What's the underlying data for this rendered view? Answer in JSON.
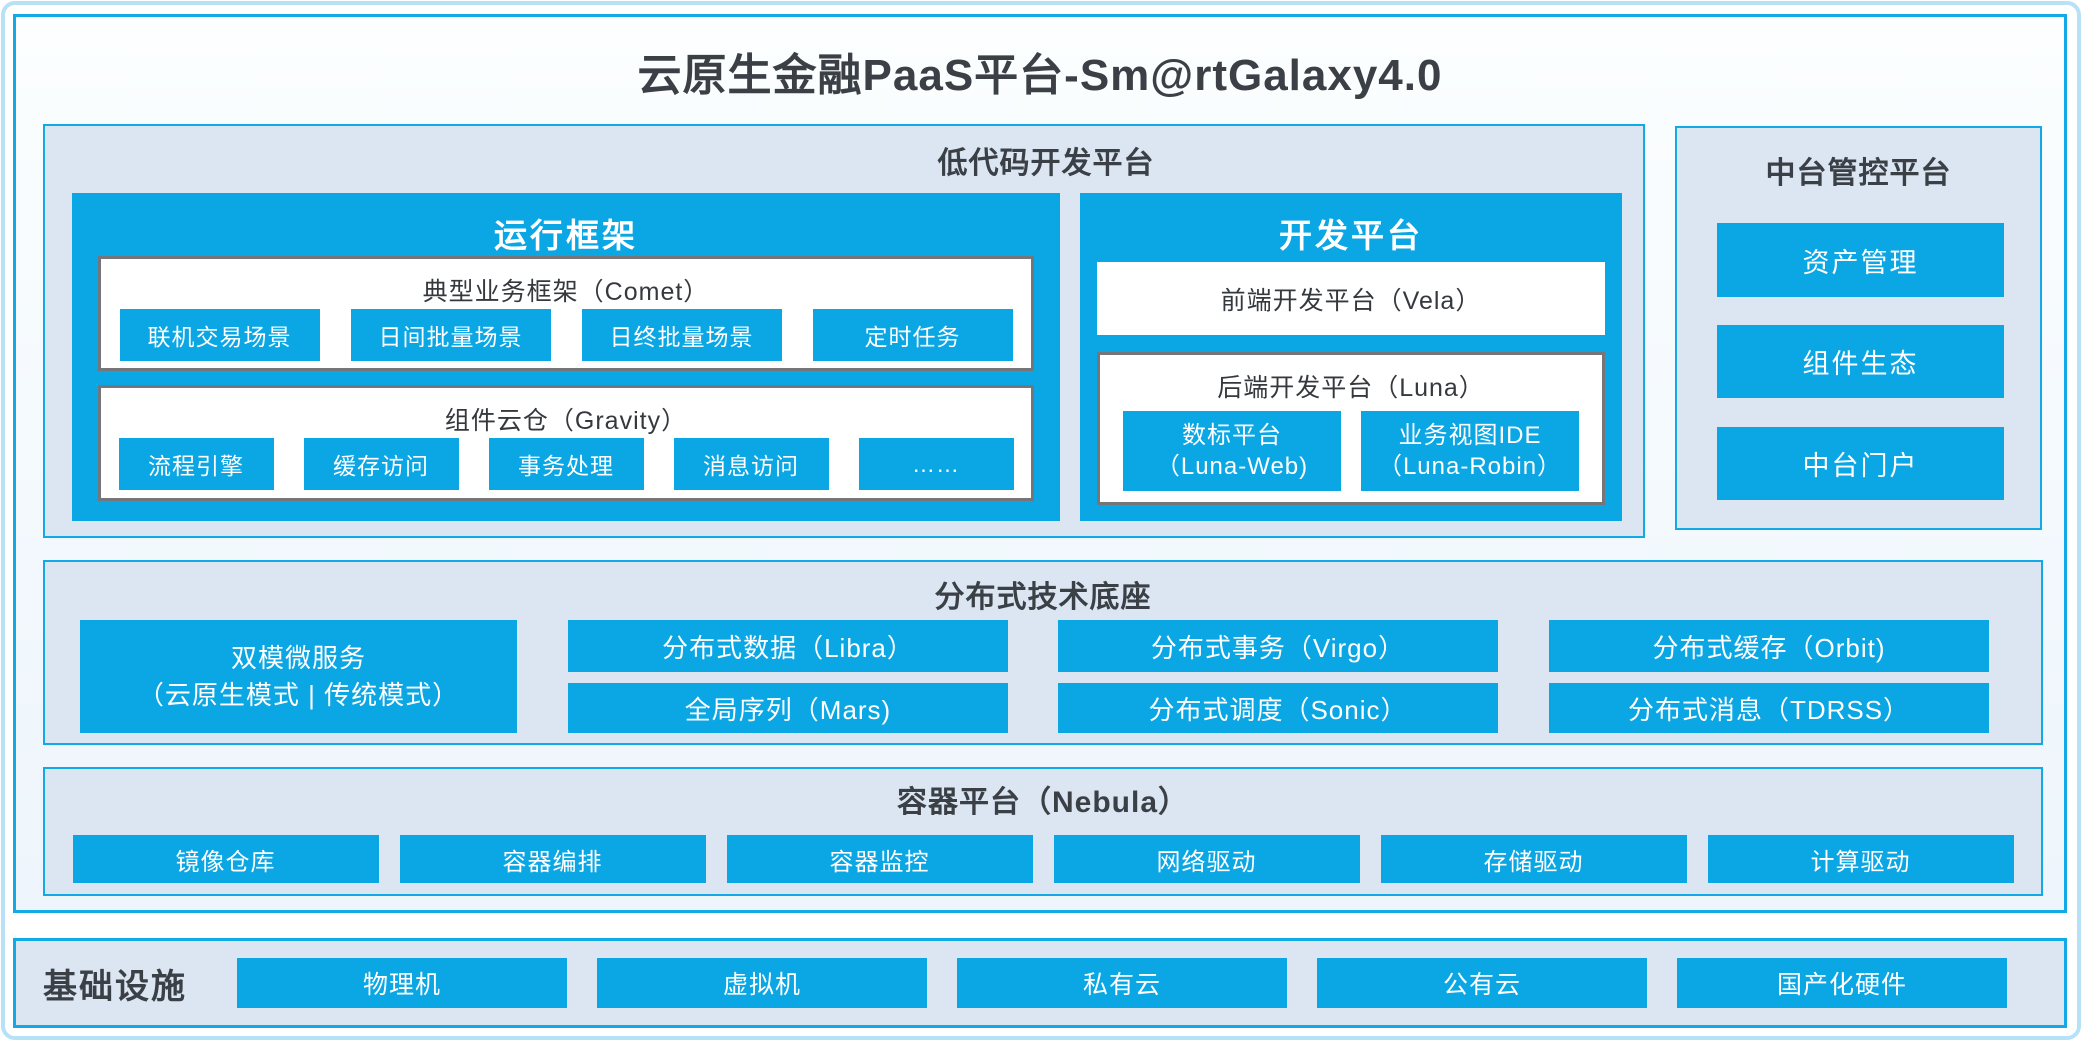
{
  "page": {
    "title": "云原生金融PaaS平台-Sm@rtGalaxy4.0"
  },
  "colors": {
    "accent_blue": "#0ba6e4",
    "border_blue": "#12a9e7",
    "panel_fill": "#dce6f3",
    "white_box_border": "#747679",
    "heading_text": "#3a4046"
  },
  "lowcode": {
    "title": "低代码开发平台",
    "runtime": {
      "title": "运行框架",
      "comet": {
        "title": "典型业务框架（Comet）",
        "chips": [
          "联机交易场景",
          "日间批量场景",
          "日终批量场景",
          "定时任务"
        ]
      },
      "gravity": {
        "title": "组件云仓（Gravity）",
        "chips": [
          "流程引擎",
          "缓存访问",
          "事务处理",
          "消息访问",
          "……"
        ]
      }
    },
    "dev": {
      "title": "开发平台",
      "vela": {
        "title": "前端开发平台（Vela）"
      },
      "luna": {
        "title": "后端开发平台（Luna）",
        "chips": [
          {
            "line1": "数标平台",
            "line2": "（Luna-Web)"
          },
          {
            "line1": "业务视图IDE",
            "line2": "（Luna-Robin）"
          }
        ]
      }
    }
  },
  "midplatform": {
    "title": "中台管控平台",
    "items": [
      "资产管理",
      "组件生态",
      "中台门户"
    ]
  },
  "distributed": {
    "title": "分布式技术底座",
    "dual_mode": {
      "line1": "双模微服务",
      "line2": "（云原生模式 | 传统模式）"
    },
    "columns": [
      [
        "分布式数据（Libra）",
        "全局序列（Mars)"
      ],
      [
        "分布式事务（Virgo）",
        "分布式调度（Sonic）"
      ],
      [
        "分布式缓存（Orbit)",
        "分布式消息（TDRSS）"
      ]
    ]
  },
  "container_platform": {
    "title": "容器平台（Nebula）",
    "chips": [
      "镜像仓库",
      "容器编排",
      "容器监控",
      "网络驱动",
      "存储驱动",
      "计算驱动"
    ]
  },
  "infrastructure": {
    "title": "基础设施",
    "chips": [
      "物理机",
      "虚拟机",
      "私有云",
      "公有云",
      "国产化硬件"
    ]
  }
}
